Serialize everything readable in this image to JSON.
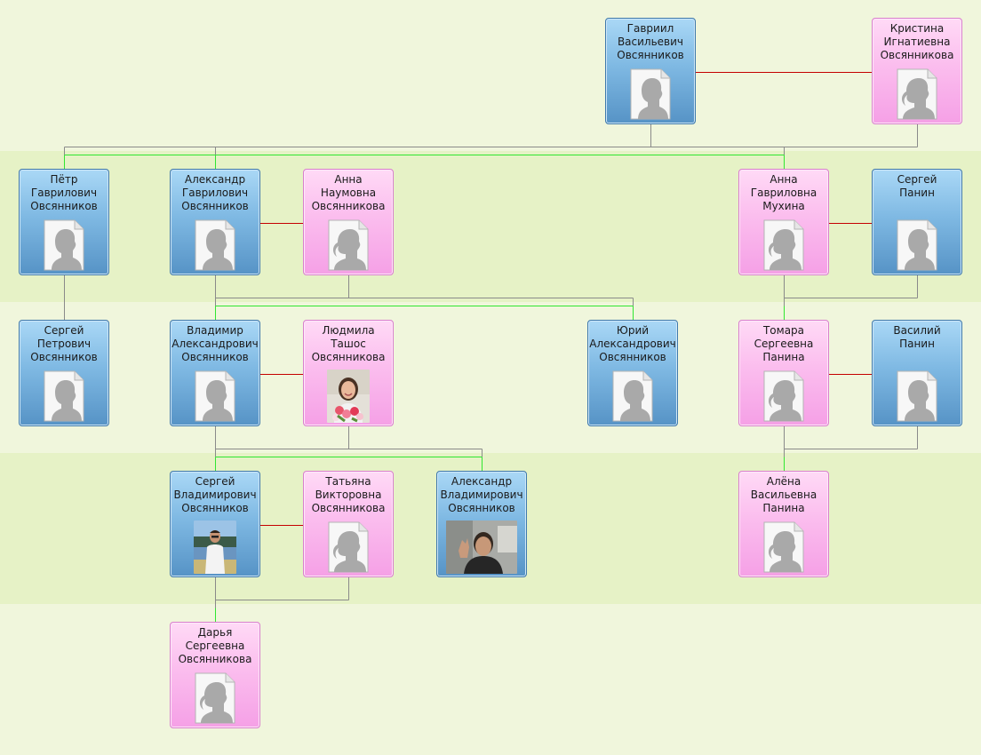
{
  "colors": {
    "band_light": "#f0f6dc",
    "band_dark": "#e6f2c6",
    "male_border": "#3f79ab",
    "female_border": "#d97fcd",
    "spouse_line": "#c40000",
    "child_line": "#31e631",
    "connector_line": "#8a8a8a"
  },
  "people": [
    {
      "id": "gavriil",
      "gender": "male",
      "photo": "silhouette-male",
      "name": [
        "Гавриил",
        "Васильевич",
        "Овсянников"
      ]
    },
    {
      "id": "kristina",
      "gender": "female",
      "photo": "silhouette-female",
      "name": [
        "Кристина",
        "Игнатиевна",
        "Овсянникова"
      ]
    },
    {
      "id": "petr",
      "gender": "male",
      "photo": "silhouette-male",
      "name": [
        "Пётр",
        "Гаврилович",
        "Овсянников"
      ]
    },
    {
      "id": "alexandr_g",
      "gender": "male",
      "photo": "silhouette-male",
      "name": [
        "Александр",
        "Гаврилович",
        "Овсянников"
      ]
    },
    {
      "id": "anna_n",
      "gender": "female",
      "photo": "silhouette-female",
      "name": [
        "Анна",
        "Наумовна",
        "Овсянникова"
      ]
    },
    {
      "id": "anna_g",
      "gender": "female",
      "photo": "silhouette-female",
      "name": [
        "Анна",
        "Гавриловна",
        "Мухина"
      ]
    },
    {
      "id": "sergey_p",
      "gender": "male",
      "photo": "silhouette-male",
      "name": [
        "Сергей",
        "Панин"
      ]
    },
    {
      "id": "sergey_pe",
      "gender": "male",
      "photo": "silhouette-male",
      "name": [
        "Сергей",
        "Петрович",
        "Овсянников"
      ]
    },
    {
      "id": "vladimir",
      "gender": "male",
      "photo": "silhouette-male",
      "name": [
        "Владимир",
        "Александрович",
        "Овсянников"
      ]
    },
    {
      "id": "lyudmila",
      "gender": "female",
      "photo": "portrait-woman-flowers",
      "name": [
        "Людмила",
        "Ташос",
        "Овсянникова"
      ]
    },
    {
      "id": "yuriy",
      "gender": "male",
      "photo": "silhouette-male",
      "name": [
        "Юрий",
        "Александрович",
        "Овсянников"
      ]
    },
    {
      "id": "tomara",
      "gender": "female",
      "photo": "silhouette-female",
      "name": [
        "Томара",
        "Сергеевна",
        "Панина"
      ]
    },
    {
      "id": "vasiliy",
      "gender": "male",
      "photo": "silhouette-male",
      "name": [
        "Василий",
        "Панин"
      ]
    },
    {
      "id": "sergey_v",
      "gender": "male",
      "photo": "portrait-man-outdoor",
      "name": [
        "Сергей",
        "Владимирович",
        "Овсянников"
      ]
    },
    {
      "id": "tatyana",
      "gender": "female",
      "photo": "silhouette-female",
      "name": [
        "Татьяна",
        "Викторовна",
        "Овсянникова"
      ]
    },
    {
      "id": "alexandr_v",
      "gender": "male",
      "photo": "portrait-man-wide",
      "name": [
        "Александр",
        "Владимирович",
        "Овсянников"
      ]
    },
    {
      "id": "alena",
      "gender": "female",
      "photo": "silhouette-female",
      "name": [
        "Алёна",
        "Васильевна",
        "Панина"
      ]
    },
    {
      "id": "darya",
      "gender": "female",
      "photo": "silhouette-female",
      "name": [
        "Дарья",
        "Сергеевна",
        "Овсянникова"
      ]
    }
  ],
  "couples": [
    {
      "a": "gavriil",
      "b": "kristina",
      "children": [
        "petr",
        "alexandr_g",
        "anna_g"
      ]
    },
    {
      "a": "alexandr_g",
      "b": "anna_n",
      "children": [
        "vladimir",
        "yuriy"
      ]
    },
    {
      "a": "anna_g",
      "b": "sergey_p",
      "children": [
        "tomara"
      ]
    },
    {
      "a": "vladimir",
      "b": "lyudmila",
      "children": [
        "sergey_v",
        "alexandr_v"
      ]
    },
    {
      "a": "tomara",
      "b": "vasiliy",
      "children": [
        "alena"
      ]
    },
    {
      "a": "sergey_v",
      "b": "tatyana",
      "children": [
        "darya"
      ]
    }
  ],
  "single_parents": [
    {
      "parent": "petr",
      "children": [
        "sergey_pe"
      ]
    }
  ]
}
